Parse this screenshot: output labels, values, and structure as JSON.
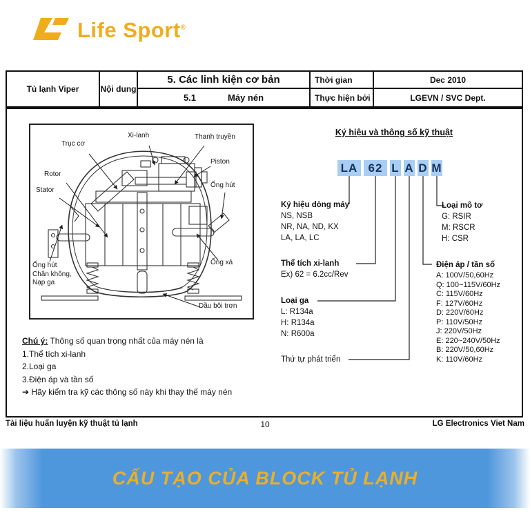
{
  "logo": {
    "brand": "Life Sport",
    "reg": "®"
  },
  "header_table": {
    "product": "Tủ lạnh Viper",
    "noi_dung": "Nội dung",
    "section_title": "5. Các linh kiện cơ bản",
    "section_number": "5.1",
    "section_name": "Máy nén",
    "time_label": "Thời gian",
    "time_value": "Dec 2010",
    "by_label": "Thực hiện bởi",
    "by_value": "LGEVN / SVC Dept."
  },
  "diagram": {
    "labels": {
      "truc_co": "Trục cơ",
      "xi_lanh": "Xi-lanh",
      "thanh_truyen": "Thanh truyền",
      "piston": "Piston",
      "rotor": "Rotor",
      "stator": "Stator",
      "ong_hut_right": "Ống hút",
      "ong_hut_left1": "Ống hút",
      "ong_hut_left2": "Chân không,",
      "ong_hut_left3": "Nạp ga",
      "ong_xa": "Ống xả",
      "dau_boi_tron": "Dầu bôi trơn"
    }
  },
  "spec": {
    "heading": "Ký hiệu và thông số kỹ thuật",
    "code_boxes": [
      "LA",
      "62",
      "L",
      "A",
      "D",
      "M"
    ],
    "series": {
      "title": "Ký hiệu dòng máy",
      "lines": [
        "NS, NSB",
        "NR, NA, ND, KX",
        "LA, LA, LC"
      ]
    },
    "displacement": {
      "title": "Thể tích xi-lanh",
      "example": "Ex) 62 = 6.2cc/Rev"
    },
    "gas": {
      "title": "Loại ga",
      "lines": [
        "L: R134a",
        "H: R134a",
        "N: R600a"
      ]
    },
    "development": {
      "title": "Thứ tự phát triển"
    },
    "motor": {
      "title": "Loại mô tơ",
      "lines": [
        "G: RSIR",
        "M: RSCR",
        "H: CSR"
      ]
    },
    "voltage": {
      "title": "Điện áp / tần số",
      "lines": [
        "A: 100V/50,60Hz",
        "Q: 100~115V/60Hz",
        "C: 115V/60Hz",
        "F: 127V/60Hz",
        "D: 220V/60Hz",
        "P: 110V/50Hz",
        "J: 220V/50Hz",
        "E: 220~240V/50Hz",
        "B: 220V/50,60Hz",
        "K: 110V/60Hz"
      ]
    }
  },
  "note": {
    "label": "Chú ý:",
    "intro": " Thông số quan trọng nhất của máy nén là",
    "item1": "1.Thể tích xi-lanh",
    "item2": "2.Loại ga",
    "item3": "3.Điện áp và tần số",
    "arrow": "➔",
    "warning": " Hãy kiểm tra kỹ các thông số này khi thay thế máy nén"
  },
  "footer": {
    "left": "Tài liệu huấn luyện kỹ thuật tủ lạnh",
    "page": "10",
    "right": "LG Electronics Viet Nam"
  },
  "banner": {
    "title": "CẤU TẠO CỦA BLOCK TỦ LẠNH"
  },
  "colors": {
    "logo_gold": "#EFAD1E",
    "banner_blue": "#4F97DC",
    "banner_text": "#E9AF2D",
    "code_box_bg": "#A9CEF4",
    "code_text": "#16335E"
  }
}
